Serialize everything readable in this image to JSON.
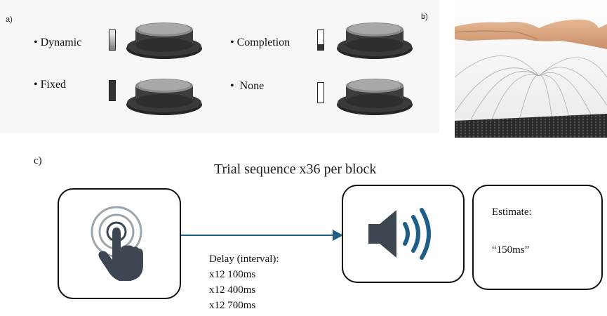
{
  "panel_a": {
    "letter": "a)",
    "options": [
      {
        "label": "Dynamic",
        "indicator": "gradient"
      },
      {
        "label": "Fixed",
        "indicator": "filled"
      },
      {
        "label": "Completion",
        "indicator": "partial"
      },
      {
        "label": "None",
        "indicator": "empty"
      }
    ]
  },
  "panel_b": {
    "letter": "b)"
  },
  "panel_c": {
    "letter": "c)",
    "title": "Trial sequence x36 per block",
    "delay_label": "Delay (interval):",
    "delays": [
      "x12 100ms",
      "x12 400ms",
      "x12 700ms"
    ],
    "estimate_label": "Estimate:",
    "estimate_value": "“150ms”"
  },
  "colors": {
    "arrow": "#1f5f86",
    "speaker_waves": "#1f5f86",
    "icon_dark": "#3d4752",
    "ring": "#9aa5ae"
  }
}
